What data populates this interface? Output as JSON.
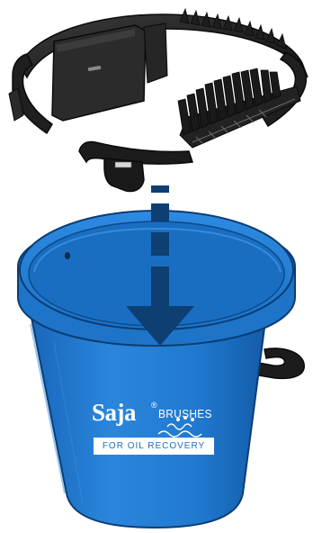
{
  "brand": {
    "name": "Saja",
    "registered": "®",
    "subtitle": "BRUSHES",
    "tagline": "FOR OIL RECOVERY"
  },
  "colors": {
    "bucket_blue": "#1f78d1",
    "bucket_dark": "#0f4f9a",
    "rim_light": "#3f95e6",
    "arrow_blue": "#0d3f73",
    "frame_black": "#1c1c1c",
    "frame_edge": "#4a4a4a"
  },
  "icons": [
    "drop-arrow-icon",
    "water-wave-icon"
  ]
}
